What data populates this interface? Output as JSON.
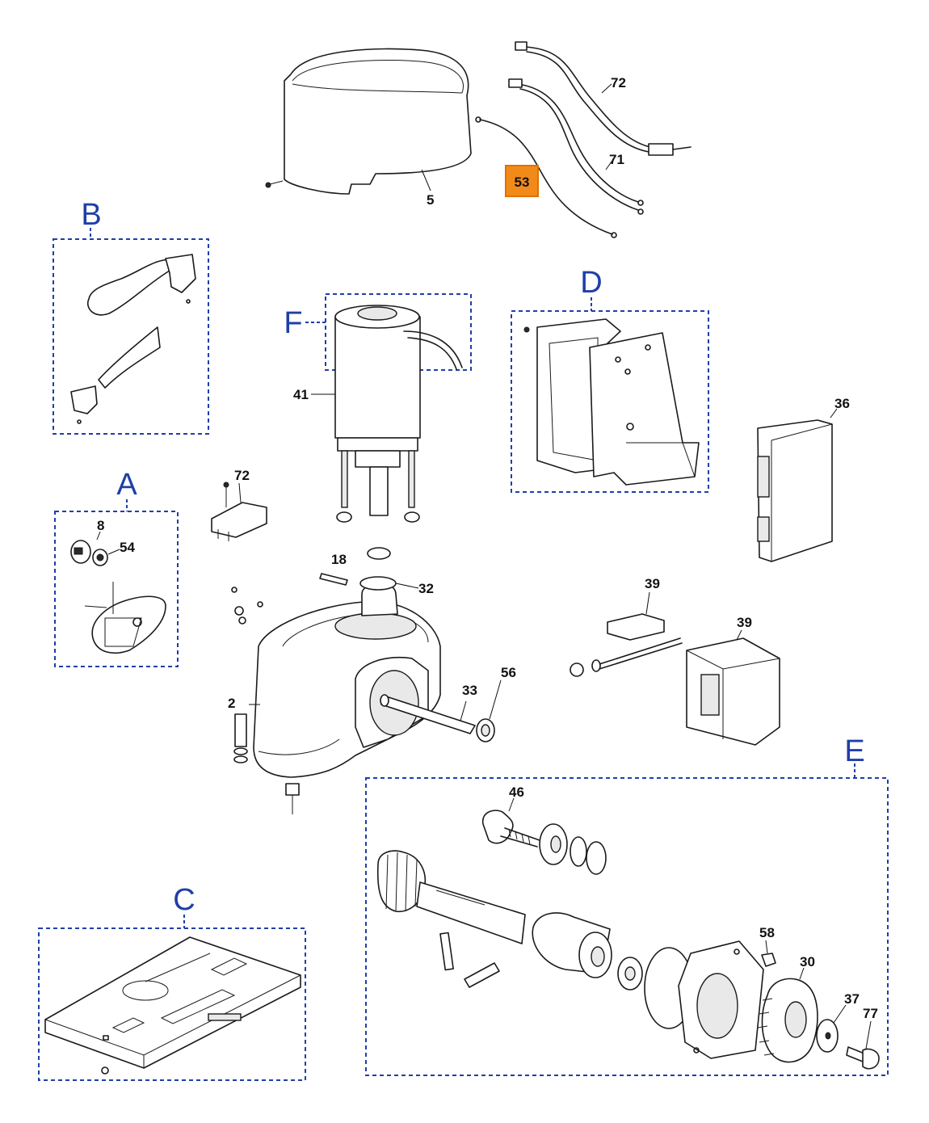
{
  "groups": {
    "A": "A",
    "B": "B",
    "C": "C",
    "D": "D",
    "E": "E",
    "F": "F"
  },
  "parts": {
    "p5": "5",
    "p53": "53",
    "p72_top": "72",
    "p71": "71",
    "p41": "41",
    "p36": "36",
    "p72_switch": "72",
    "p8": "8",
    "p54": "54",
    "p18": "18",
    "p32": "32",
    "p2": "2",
    "p33": "33",
    "p56": "56",
    "p39_a": "39",
    "p39_b": "39",
    "p46": "46",
    "p58": "58",
    "p30": "30",
    "p37": "37",
    "p77": "77"
  },
  "colors": {
    "group_outline": "#1f3fa8",
    "highlight": "#f28a1a"
  }
}
